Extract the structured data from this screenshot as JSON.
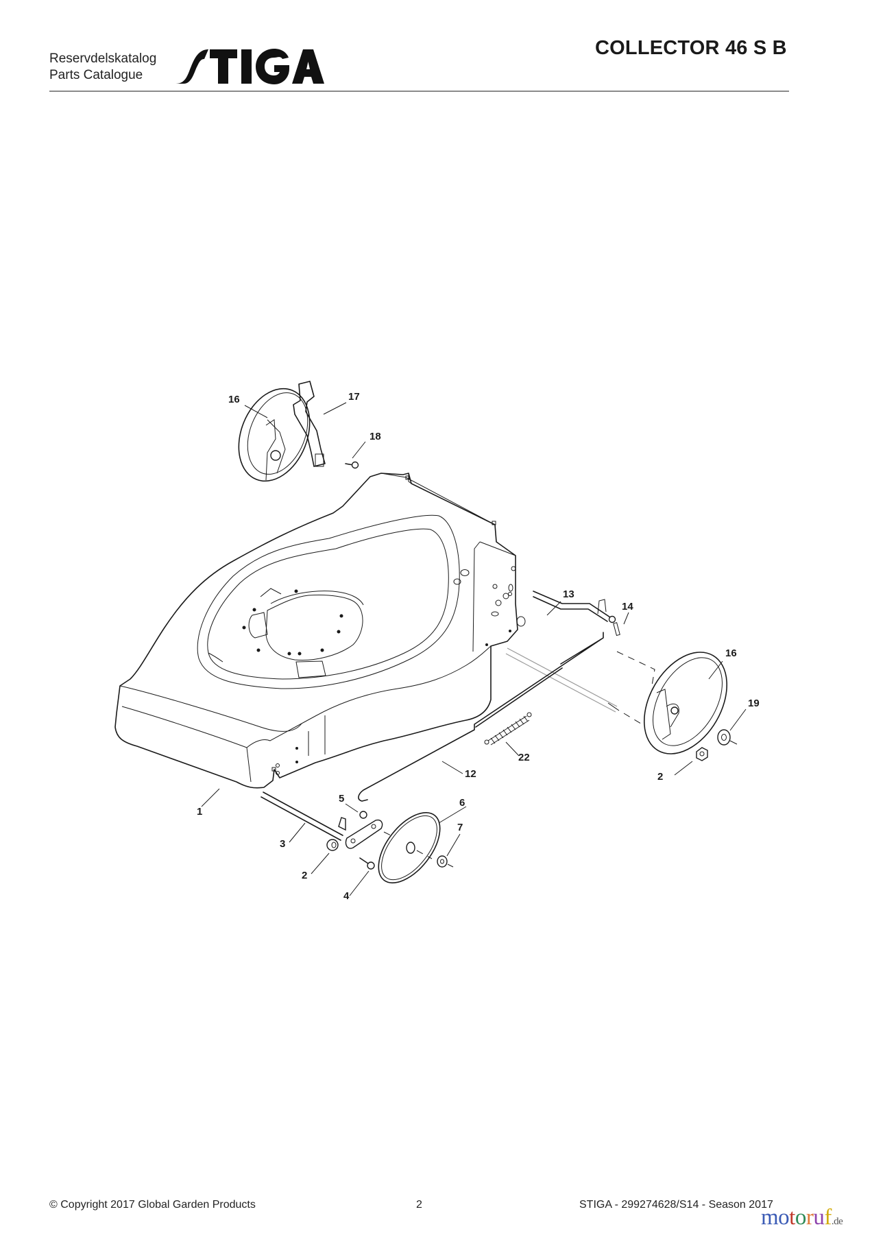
{
  "header": {
    "catalog_label_sv": "Reservdelskatalog",
    "catalog_label_en": "Parts Catalogue",
    "brand_logo": "STIGA",
    "model_title": "COLLECTOR 46 S B"
  },
  "diagram": {
    "description": "Exploded view of mower deck, wheel axles and height adjustment",
    "callouts": [
      {
        "id": "c16a",
        "label": "16"
      },
      {
        "id": "c17",
        "label": "17"
      },
      {
        "id": "c18",
        "label": "18"
      },
      {
        "id": "c13",
        "label": "13"
      },
      {
        "id": "c14",
        "label": "14"
      },
      {
        "id": "c16b",
        "label": "16"
      },
      {
        "id": "c19",
        "label": "19"
      },
      {
        "id": "c22",
        "label": "22"
      },
      {
        "id": "c2a",
        "label": "2"
      },
      {
        "id": "c12",
        "label": "12"
      },
      {
        "id": "c1",
        "label": "1"
      },
      {
        "id": "c5",
        "label": "5"
      },
      {
        "id": "c6",
        "label": "6"
      },
      {
        "id": "c7",
        "label": "7"
      },
      {
        "id": "c3",
        "label": "3"
      },
      {
        "id": "c2b",
        "label": "2"
      },
      {
        "id": "c4",
        "label": "4"
      }
    ]
  },
  "footer": {
    "copyright": "© Copyright 2017 Global Garden Products",
    "page_number": "2",
    "doc_ref": "STIGA - 299274628/S14 - Season 2017",
    "watermark_main": "motoruf",
    "watermark_tld": ".de"
  },
  "colors": {
    "text": "#1a1a1a",
    "rule": "#8a8a8a",
    "watermark": [
      "#3b5bb5",
      "#c0392b",
      "#2e8b57",
      "#e07b39",
      "#8e44ad",
      "#d4ac0d"
    ]
  }
}
